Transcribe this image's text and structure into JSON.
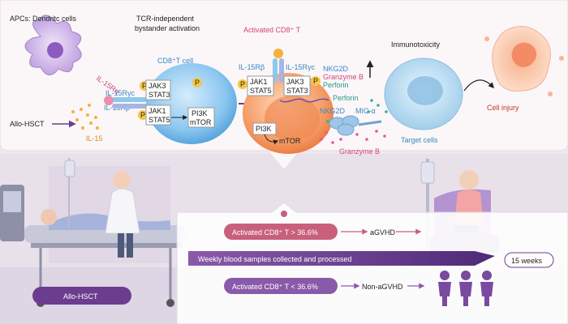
{
  "colors": {
    "purple": "#6a3d8f",
    "pink": "#d0457a",
    "blue": "#3b88c4",
    "teal": "#1e9b85",
    "orange": "#e08a2a",
    "rose_box": "#c8607b",
    "violet_box": "#8a5aaa"
  },
  "top_panel": {
    "apc_title": "APCs: Dendritc cells",
    "tcr_title_1": "TCR-independent",
    "tcr_title_2": "bystander activation",
    "activated_title": "Activated CD8⁺ T",
    "cd8_cell": "CD8⁺T cell",
    "immunotoxicity": "Immunotoxicity",
    "il15ra": "IL-15Rα",
    "il15ryc_1": "IL-15Rγc",
    "il15rb_1": "IL-15Rβ",
    "allo_hsct_input": "Allo-HSCT",
    "il15": "IL-15",
    "jak3_1": "JAK3",
    "stat3_1": "STAT3",
    "jak1_1": "JAK1",
    "stat5_1": "STAT5",
    "pi3k_1": "PI3K",
    "mtor_1": "mTOR",
    "p": "P",
    "il15rb_2": "IL-15Rβ",
    "il15ryc_2": "IL-15Rγc",
    "jak1_2": "JAK1",
    "stat5_2": "STAT5",
    "jak3_2": "JAK3",
    "stat3_2": "STAT3",
    "pi3k_2": "PI3K",
    "mtor_2": "mTOR",
    "nkg2d_1": "NKG2D",
    "granzyme_b_1": "Granzyme B",
    "perforin_1": "Perforin",
    "perforin_2": "Perforin",
    "nkg2d_2": "NKG2D",
    "mica": "MIC-α",
    "granzyme_b_2": "Granzyme B",
    "target_cells": "Target cells",
    "cell_injury": "Cell injury"
  },
  "bottom_panel": {
    "high_condition": "Activated CD8⁺ T > 36.6%",
    "high_outcome": "aGVHD",
    "timeline_label": "Weekly blood samples collected and processed",
    "duration": "15 weeks",
    "low_condition": "Activated CD8⁺ T < 36.6%",
    "low_outcome": "Non-aGVHD",
    "allo_hsct_label": "Allo-HSCT"
  }
}
